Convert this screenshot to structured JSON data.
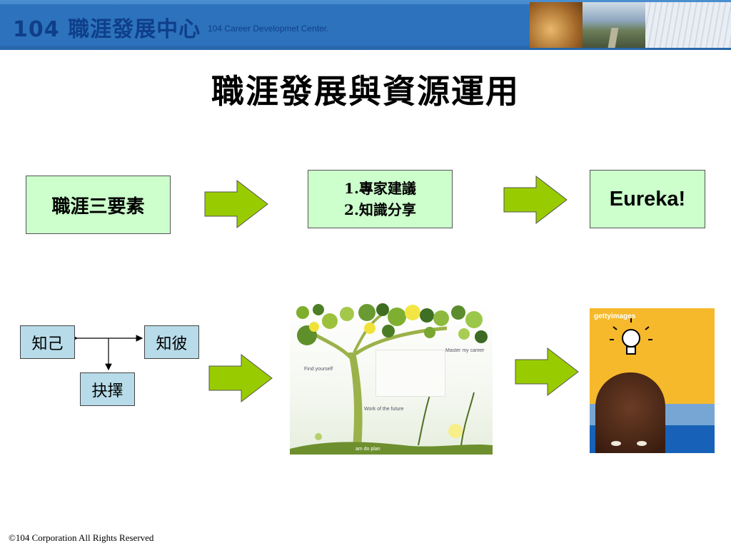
{
  "header": {
    "brand": "104 職涯發展中心",
    "subtitle": "104 Career Developmet Center."
  },
  "slide": {
    "title": "職涯發展與資源運用",
    "flow_top": {
      "box1": "職涯三要素",
      "box2_line1": "1.專家建議",
      "box2_line2": "2.知識分享",
      "box3": "Eureka!"
    },
    "flow_bottom": {
      "know_self": "知己",
      "know_other": "知彼",
      "choose": "抉擇"
    },
    "tree_image": {
      "caption_find": "Find yourself",
      "caption_master": "Master my career",
      "caption_work": "Work of the future",
      "caption_bottom": "am  do  plan"
    },
    "idea_image": {
      "watermark": "gettyimages"
    }
  },
  "footer": {
    "copyright": "©104 Corporation All Rights Reserved"
  },
  "colors": {
    "header_blue": "#2d72bc",
    "box_green": "#ccffcc",
    "box_blue": "#b7dbe8",
    "arrow_green": "#99cc00"
  }
}
